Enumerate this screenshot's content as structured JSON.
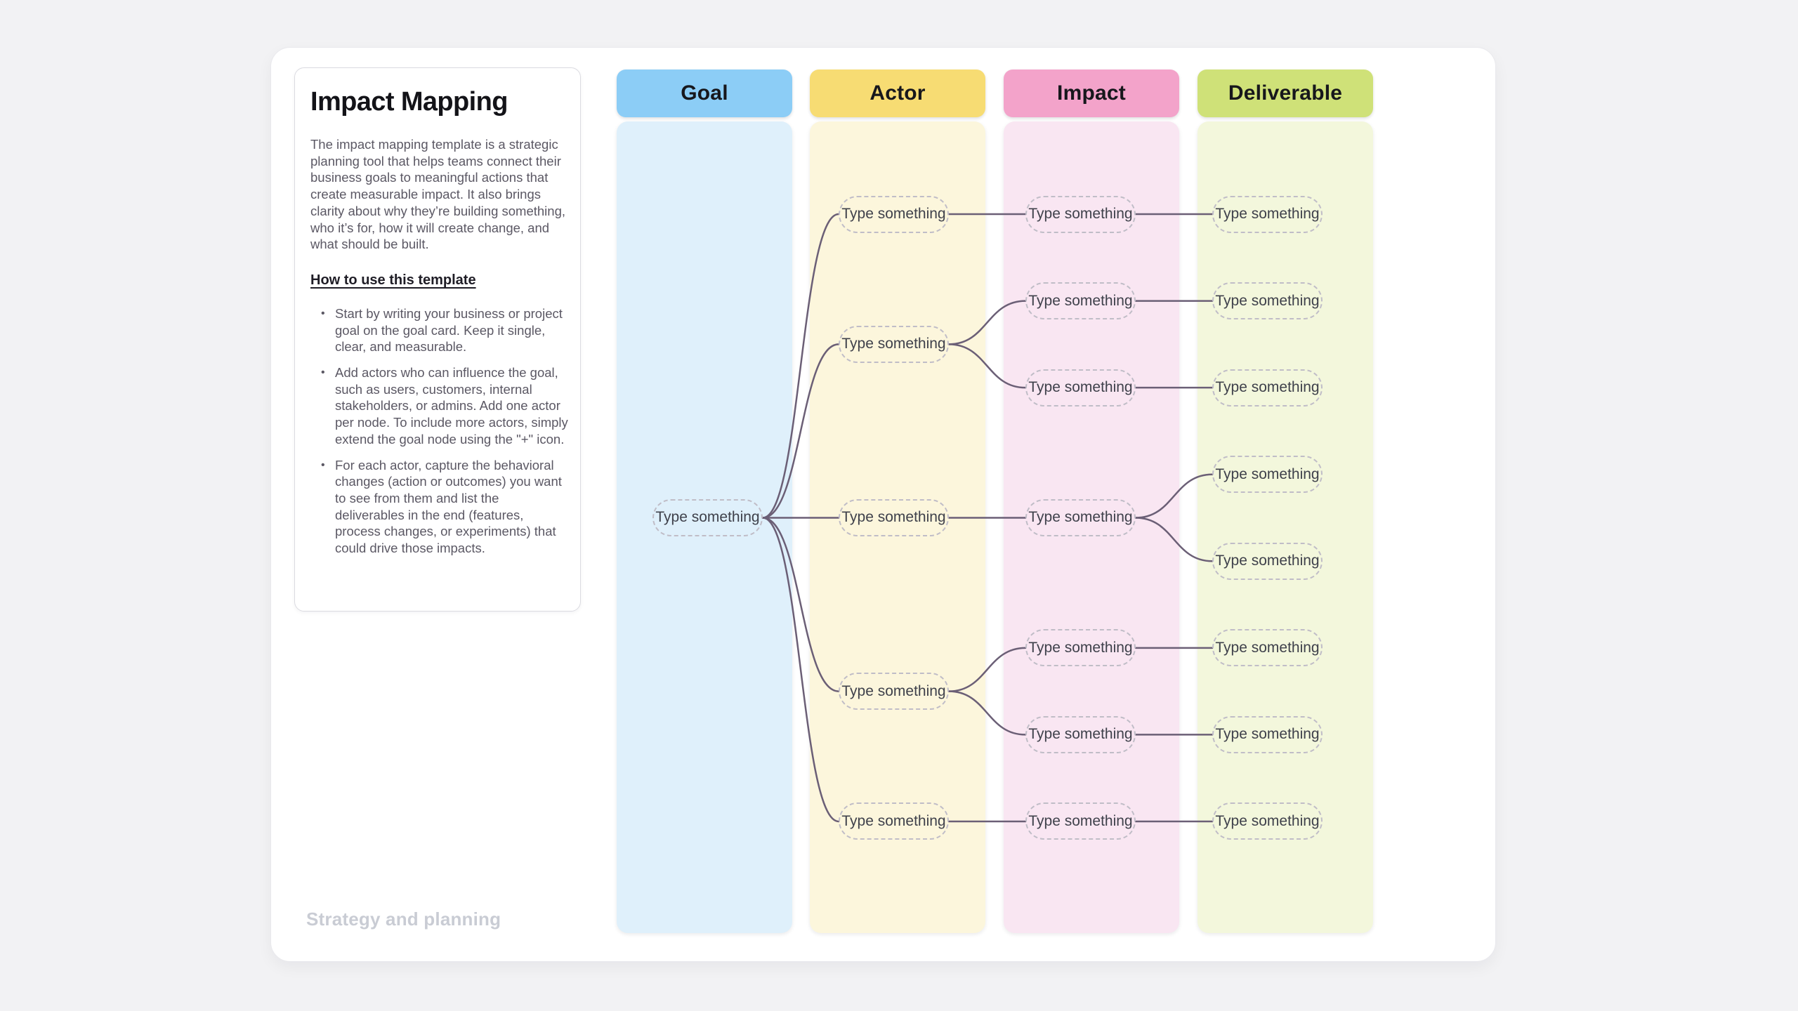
{
  "info_card": {
    "title": "Impact Mapping",
    "description": "The impact mapping template is a strategic planning tool that helps teams connect their business goals to meaningful actions that create measurable impact. It also brings clarity about why they’re building something, who it’s for, how it will create change, and what should be built.",
    "how_to_heading": "How to use this template",
    "bullets": [
      "Start by writing your business or project goal on the goal card. Keep it single, clear, and measurable.",
      "Add actors who can influence the goal, such as users, customers, internal stakeholders, or admins. Add one actor per node. To include more actors, simply extend the goal node using the \"+\" icon.",
      "For each actor, capture the behavioral changes (action or outcomes) you want to see from them and list the deliverables in the end (features, process changes, or experiments) that could drive those impacts."
    ]
  },
  "footer_label": "Strategy and planning",
  "columns": [
    {
      "id": "goal",
      "label": "Goal",
      "header_color": "#8ccdf6",
      "body_color": "#dff0fb"
    },
    {
      "id": "actor",
      "label": "Actor",
      "header_color": "#f7dc73",
      "body_color": "#fcf6dc"
    },
    {
      "id": "impact",
      "label": "Impact",
      "header_color": "#f3a3ca",
      "body_color": "#f9e6f2"
    },
    {
      "id": "deliverable",
      "label": "Deliverable",
      "header_color": "#cfe178",
      "body_color": "#f3f7dc"
    }
  ],
  "mindmap": {
    "placeholder": "Type something",
    "connector_color": "#6b5f76",
    "node_border_color": "#c0bdc7",
    "node_text_color": "#3f414b",
    "goal": {
      "id": "goal-1"
    },
    "actors": [
      {
        "id": "actor-1"
      },
      {
        "id": "actor-2"
      },
      {
        "id": "actor-3"
      },
      {
        "id": "actor-4"
      },
      {
        "id": "actor-5"
      }
    ],
    "impacts": [
      {
        "id": "impact-1",
        "parent": "actor-1"
      },
      {
        "id": "impact-2",
        "parent": "actor-2"
      },
      {
        "id": "impact-3",
        "parent": "actor-2"
      },
      {
        "id": "impact-4",
        "parent": "actor-3"
      },
      {
        "id": "impact-5",
        "parent": "actor-4"
      },
      {
        "id": "impact-6",
        "parent": "actor-4"
      },
      {
        "id": "impact-7",
        "parent": "actor-5"
      }
    ],
    "deliverables": [
      {
        "id": "deliverable-1",
        "parent": "impact-1"
      },
      {
        "id": "deliverable-2",
        "parent": "impact-2"
      },
      {
        "id": "deliverable-3",
        "parent": "impact-3"
      },
      {
        "id": "deliverable-4",
        "parent": "impact-4"
      },
      {
        "id": "deliverable-5",
        "parent": "impact-4"
      },
      {
        "id": "deliverable-6",
        "parent": "impact-5"
      },
      {
        "id": "deliverable-7",
        "parent": "impact-6"
      },
      {
        "id": "deliverable-8",
        "parent": "impact-7"
      }
    ]
  }
}
